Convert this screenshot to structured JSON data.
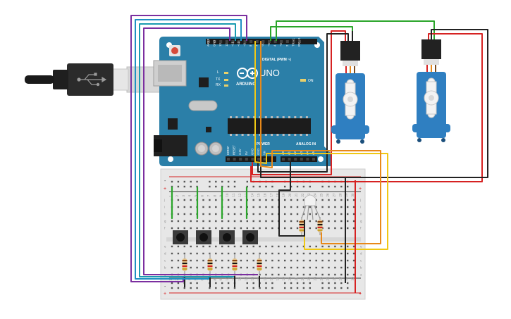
{
  "arduino": {
    "brand": "ARDUINO",
    "model": "UNO",
    "digital_header": "DIGITAL (PWM ~)",
    "power_header": "POWER",
    "analog_header": "ANALOG IN",
    "on_label": "ON",
    "tx_label": "TX",
    "rx_label": "RX",
    "l_label": "L",
    "digital_pins": [
      "AREF",
      "GND",
      "13",
      "12",
      "~11",
      "~10",
      "~9",
      "8",
      "7",
      "~6",
      "~5",
      "4",
      "~3",
      "2",
      "TX→1",
      "RX←0"
    ],
    "power_pins": [
      "IOREF",
      "RESET",
      "3.3V",
      "5V",
      "GND",
      "GND",
      "Vin"
    ],
    "analog_pins": [
      "A0",
      "A1",
      "A2",
      "A3",
      "A4",
      "A5"
    ]
  },
  "breadboard": {
    "rail_plus": "+",
    "rail_minus": "-",
    "row_letters_top": [
      "j",
      "i",
      "h",
      "g",
      "f"
    ],
    "row_letters_bottom": [
      "e",
      "d",
      "c",
      "b",
      "a"
    ],
    "column_numbers": [
      "1",
      "",
      "",
      "",
      "5",
      "",
      "",
      "",
      "",
      "10",
      "",
      "",
      "",
      "",
      "15",
      "",
      "",
      "",
      "",
      "20",
      "",
      "",
      "",
      "",
      "25",
      "",
      "",
      "",
      "",
      "30"
    ]
  },
  "colors": {
    "board": "#2b7fa8",
    "wire_green": "#2aa52a",
    "wire_red": "#d62222",
    "wire_black": "#222222",
    "wire_purple": "#7b2fa0",
    "wire_blue": "#1f8fc4",
    "wire_teal": "#1a9bb0",
    "wire_orange": "#e8891a",
    "wire_yellow": "#f0c814",
    "servo_body": "#2f7fc1"
  },
  "icons": {
    "usb": "usb-symbol-icon",
    "arduino_logo": "infinity-logo-icon"
  }
}
